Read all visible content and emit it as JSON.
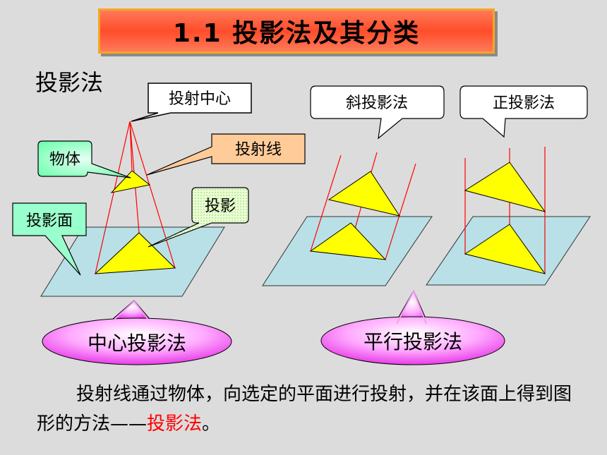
{
  "title": "1.1  投影法及其分类",
  "heading": "投影法",
  "callouts": {
    "center_of_projection": "投射中心",
    "projection_line": "投射线",
    "object": "物体",
    "projection": "投影",
    "projection_plane": "投影面",
    "oblique": "斜投影法",
    "orthographic": "正投影法"
  },
  "ovals": {
    "central": "中心投影法",
    "parallel": "平行投影法"
  },
  "paragraph": {
    "line": "投射线通过物体，向选定的平面进行投射，并在该面上得到图形的方法——",
    "term": "投影法",
    "end": "。"
  },
  "colors": {
    "plane": "#b9e0e6",
    "triangle": "#ffff00",
    "ray": "#ff0000",
    "oval": "#ff66ff",
    "callout_green": "#99ffcc",
    "callout_orange": "#ffcc99"
  }
}
